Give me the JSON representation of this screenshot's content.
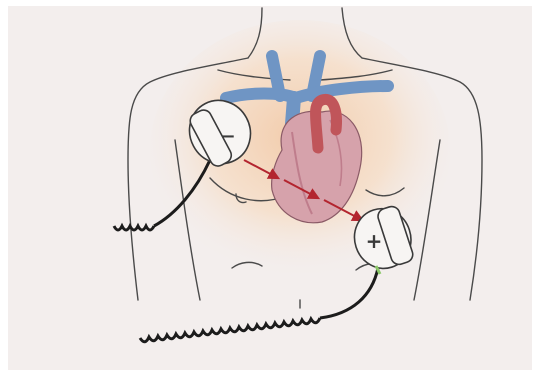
{
  "colors": {
    "background": "#f3eeed",
    "skin_glow": "#f4d6bc",
    "outline": "#4a4a4a",
    "vein_blue": "#6f95c4",
    "aorta_red": "#c0555a",
    "heart_fill": "#d6a2ab",
    "heart_dark": "#bf7d8c",
    "current_arrow": "#b3252f",
    "paddle_fill": "#f7f5f3",
    "cord_dark": "#1c1c1c",
    "accent_green": "#8cc96a"
  },
  "paddles": {
    "negative": {
      "symbol": "−",
      "icon": "negative-paddle"
    },
    "positive": {
      "symbol": "+",
      "icon": "positive-paddle"
    }
  },
  "icons": [
    "torso-outline",
    "heart",
    "vena-cava",
    "aorta",
    "current-path-arrows",
    "defibrillator-paddle",
    "coiled-cord"
  ]
}
